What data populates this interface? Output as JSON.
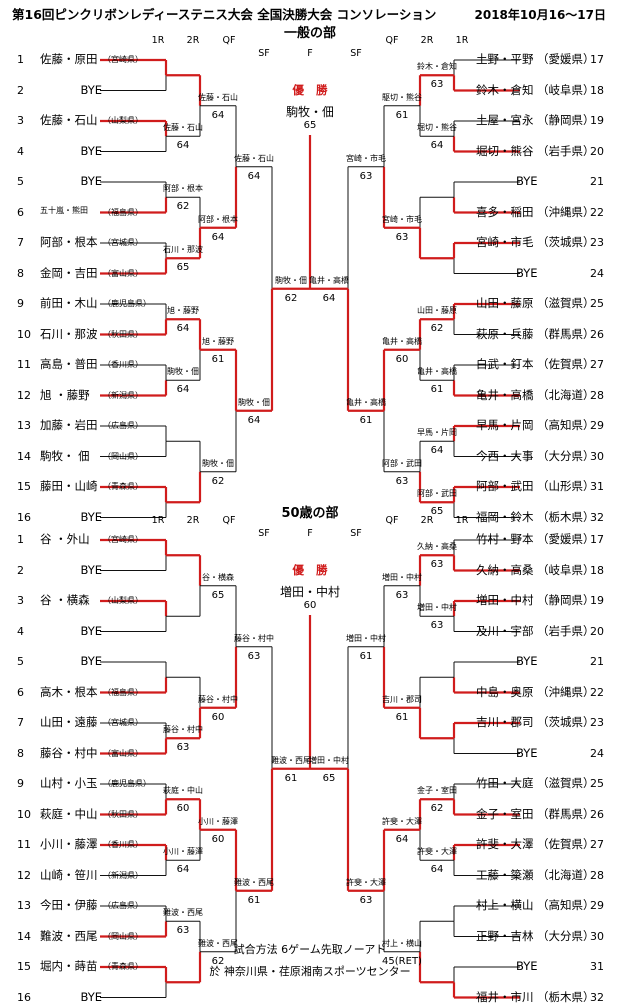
{
  "title": "第16回ピンクリボンレディーステニス大会 全国決勝大会 コンソレーション",
  "dates": "2018年10月16～17日",
  "colors": {
    "line": "#111111",
    "winner": "#d01c1c"
  },
  "sections": [
    {
      "name": "一般の部",
      "rounds": {
        "r1": "1R",
        "r2": "2R",
        "qf": "QF",
        "sf": "SF",
        "f": "F"
      },
      "winner_label": "優 勝",
      "champion": {
        "names": "駒牧・佃",
        "score": "65"
      },
      "left": [
        {
          "seed": "1",
          "names": "佐藤・原田",
          "pref": "（宮崎県）"
        },
        {
          "seed": "2",
          "names": "BYE",
          "pref": ""
        },
        {
          "seed": "3",
          "names": "佐藤・石山",
          "pref": "（山梨県）"
        },
        {
          "seed": "4",
          "names": "BYE",
          "pref": ""
        },
        {
          "seed": "5",
          "names": "BYE",
          "pref": ""
        },
        {
          "seed": "6",
          "names": "五十嵐・熊田",
          "pref": "（福島県）"
        },
        {
          "seed": "7",
          "names": "阿部・根本",
          "pref": "（宮城県）"
        },
        {
          "seed": "8",
          "names": "金岡・吉田",
          "pref": "（富山県）"
        },
        {
          "seed": "9",
          "names": "前田・木山",
          "pref": "（鹿児島県）"
        },
        {
          "seed": "10",
          "names": "石川・那波",
          "pref": "（秋田県）"
        },
        {
          "seed": "11",
          "names": "高島・普田",
          "pref": "（香川県）"
        },
        {
          "seed": "12",
          "names": "旭 ・藤野",
          "pref": "（新潟県）"
        },
        {
          "seed": "13",
          "names": "加藤・岩田",
          "pref": "（広島県）"
        },
        {
          "seed": "14",
          "names": "駒牧・ 佃",
          "pref": "（岡山県）"
        },
        {
          "seed": "15",
          "names": "藤田・山崎",
          "pref": "（青森県）"
        },
        {
          "seed": "16",
          "names": "BYE",
          "pref": ""
        }
      ],
      "right": [
        {
          "seed": "17",
          "names": "土野・平野",
          "pref": "（愛媛県）"
        },
        {
          "seed": "18",
          "names": "鈴木・倉知",
          "pref": "（岐阜県）"
        },
        {
          "seed": "19",
          "names": "土屋・宮永",
          "pref": "（静岡県）"
        },
        {
          "seed": "20",
          "names": "堀切・熊谷",
          "pref": "（岩手県）"
        },
        {
          "seed": "21",
          "names": "BYE",
          "pref": ""
        },
        {
          "seed": "22",
          "names": "喜多・稲田",
          "pref": "（沖縄県）"
        },
        {
          "seed": "23",
          "names": "宮崎・市毛",
          "pref": "（茨城県）"
        },
        {
          "seed": "24",
          "names": "BYE",
          "pref": ""
        },
        {
          "seed": "25",
          "names": "山田・藤原",
          "pref": "（滋賀県）"
        },
        {
          "seed": "26",
          "names": "萩原・兵藤",
          "pref": "（群馬県）"
        },
        {
          "seed": "27",
          "names": "白武・釘本",
          "pref": "（佐賀県）"
        },
        {
          "seed": "28",
          "names": "亀井・高橋",
          "pref": "（北海道）"
        },
        {
          "seed": "29",
          "names": "早馬・片岡",
          "pref": "（高知県）"
        },
        {
          "seed": "30",
          "names": "今西・大事",
          "pref": "（大分県）"
        },
        {
          "seed": "31",
          "names": "阿部・武田",
          "pref": "（山形県）"
        },
        {
          "seed": "32",
          "names": "福岡・鈴木",
          "pref": "（栃木県）"
        }
      ],
      "left_r2": [
        {
          "w": "",
          "s": ""
        },
        {
          "w": "佐藤・石山",
          "s": "64"
        },
        {
          "w": "阿部・根本",
          "s": "62"
        },
        {
          "w": "石川・那波",
          "s": "65"
        },
        {
          "w": "旭・藤野",
          "s": "64"
        },
        {
          "w": "駒牧・佃",
          "s": "64"
        },
        {
          "w": "",
          "s": ""
        },
        {
          "w": "",
          "s": ""
        }
      ],
      "left_qf": [
        {
          "w": "佐藤・石山",
          "s": "64"
        },
        {
          "w": "阿部・根本",
          "s": "64"
        },
        {
          "w": "旭・藤野",
          "s": "61"
        },
        {
          "w": "駒牧・佃",
          "s": "62"
        }
      ],
      "left_sf": [
        {
          "w": "佐藤・石山",
          "s": "64"
        },
        {
          "w": "駒牧・佃",
          "s": "64"
        }
      ],
      "left_f": {
        "w": "駒牧・佃",
        "s": "62"
      },
      "right_r2": [
        {
          "w": "鈴木・倉知",
          "s": "63"
        },
        {
          "w": "堀切・熊谷",
          "s": "64"
        },
        {
          "w": "",
          "s": ""
        },
        {
          "w": "",
          "s": ""
        },
        {
          "w": "山田・藤原",
          "s": "62"
        },
        {
          "w": "亀井・高橋",
          "s": "61"
        },
        {
          "w": "早馬・片岡",
          "s": "64"
        },
        {
          "w": "阿部・武田",
          "s": "65"
        }
      ],
      "right_qf": [
        {
          "w": "駆切・熊谷",
          "s": "61"
        },
        {
          "w": "宮崎・市毛",
          "s": "63"
        },
        {
          "w": "亀井・高橋",
          "s": "60"
        },
        {
          "w": "阿部・武田",
          "s": "63"
        }
      ],
      "right_sf": [
        {
          "w": "宮崎・市毛",
          "s": "63"
        },
        {
          "w": "亀井・高橋",
          "s": "61"
        }
      ],
      "right_f": {
        "w": "亀井・高橋",
        "s": "64"
      }
    },
    {
      "name": "50歳の部",
      "rounds": {
        "r1": "1R",
        "r2": "2R",
        "qf": "QF",
        "sf": "SF",
        "f": "F"
      },
      "winner_label": "優 勝",
      "champion": {
        "names": "増田・中村",
        "score": "60"
      },
      "left": [
        {
          "seed": "1",
          "names": "谷 ・外山",
          "pref": "（宮崎県）"
        },
        {
          "seed": "2",
          "names": "BYE",
          "pref": ""
        },
        {
          "seed": "3",
          "names": "谷 ・横森",
          "pref": "（山梨県）"
        },
        {
          "seed": "4",
          "names": "BYE",
          "pref": ""
        },
        {
          "seed": "5",
          "names": "BYE",
          "pref": ""
        },
        {
          "seed": "6",
          "names": "高木・根本",
          "pref": "（福島県）"
        },
        {
          "seed": "7",
          "names": "山田・遠藤",
          "pref": "（宮城県）"
        },
        {
          "seed": "8",
          "names": "藤谷・村中",
          "pref": "（富山県）"
        },
        {
          "seed": "9",
          "names": "山村・小玉",
          "pref": "（鹿児島県）"
        },
        {
          "seed": "10",
          "names": "萩庭・中山",
          "pref": "（秋田県）"
        },
        {
          "seed": "11",
          "names": "小川・藤澤",
          "pref": "（香川県）"
        },
        {
          "seed": "12",
          "names": "山崎・笹川",
          "pref": "（新潟県）"
        },
        {
          "seed": "13",
          "names": "今田・伊藤",
          "pref": "（広島県）"
        },
        {
          "seed": "14",
          "names": "難波・西尾",
          "pref": "（岡山県）"
        },
        {
          "seed": "15",
          "names": "堀内・蒔苗",
          "pref": "（青森県）"
        },
        {
          "seed": "16",
          "names": "BYE",
          "pref": ""
        }
      ],
      "right": [
        {
          "seed": "17",
          "names": "竹村・野本",
          "pref": "（愛媛県）"
        },
        {
          "seed": "18",
          "names": "久納・高桑",
          "pref": "（岐阜県）"
        },
        {
          "seed": "19",
          "names": "増田・中村",
          "pref": "（静岡県）"
        },
        {
          "seed": "20",
          "names": "及川・宇部",
          "pref": "（岩手県）"
        },
        {
          "seed": "21",
          "names": "BYE",
          "pref": ""
        },
        {
          "seed": "22",
          "names": "中島・奥原",
          "pref": "（沖縄県）"
        },
        {
          "seed": "23",
          "names": "吉川・郡司",
          "pref": "（茨城県）"
        },
        {
          "seed": "24",
          "names": "BYE",
          "pref": ""
        },
        {
          "seed": "25",
          "names": "竹田・大庭",
          "pref": "（滋賀県）"
        },
        {
          "seed": "26",
          "names": "金子・室田",
          "pref": "（群馬県）"
        },
        {
          "seed": "27",
          "names": "許斐・大澤",
          "pref": "（佐賀県）"
        },
        {
          "seed": "28",
          "names": "工藤・簗瀬",
          "pref": "（北海道）"
        },
        {
          "seed": "29",
          "names": "村上・横山",
          "pref": "（高知県）"
        },
        {
          "seed": "30",
          "names": "正野・吉林",
          "pref": "（大分県）"
        },
        {
          "seed": "31",
          "names": "BYE",
          "pref": ""
        },
        {
          "seed": "32",
          "names": "福井・市川",
          "pref": "（栃木県）"
        }
      ],
      "left_r2": [
        {
          "w": "",
          "s": ""
        },
        {
          "w": "",
          "s": ""
        },
        {
          "w": "",
          "s": ""
        },
        {
          "w": "藤谷・村中",
          "s": "63"
        },
        {
          "w": "萩庭・中山",
          "s": "60"
        },
        {
          "w": "小川・藤澤",
          "s": "64"
        },
        {
          "w": "難波・西尾",
          "s": "63"
        },
        {
          "w": "",
          "s": ""
        }
      ],
      "left_qf": [
        {
          "w": "谷・横森",
          "s": "65"
        },
        {
          "w": "藤谷・村中",
          "s": "60"
        },
        {
          "w": "小川・藤澤",
          "s": "60"
        },
        {
          "w": "難波・西尾",
          "s": "62"
        }
      ],
      "left_sf": [
        {
          "w": "藤谷・村中",
          "s": "63"
        },
        {
          "w": "難波・西尾",
          "s": "61"
        }
      ],
      "left_f": {
        "w": "難波・西尾",
        "s": "61"
      },
      "right_r2": [
        {
          "w": "久納・高桑",
          "s": "63"
        },
        {
          "w": "増田・中村",
          "s": "63"
        },
        {
          "w": "",
          "s": ""
        },
        {
          "w": "",
          "s": ""
        },
        {
          "w": "金子・室田",
          "s": "62"
        },
        {
          "w": "許斐・大澤",
          "s": "64"
        },
        {
          "w": "",
          "s": ""
        },
        {
          "w": "",
          "s": ""
        }
      ],
      "right_qf": [
        {
          "w": "増田・中村",
          "s": "63"
        },
        {
          "w": "吉川・郡司",
          "s": "61"
        },
        {
          "w": "許斐・大澤",
          "s": "64"
        },
        {
          "w": "村上・横山",
          "s": "45(RET)"
        }
      ],
      "right_sf": [
        {
          "w": "増田・中村",
          "s": "61"
        },
        {
          "w": "許斐・大澤",
          "s": "63"
        }
      ],
      "right_f": {
        "w": "増田・中村",
        "s": "65"
      }
    }
  ],
  "footer": {
    "method": "試合方法 6ゲーム先取ノーアド",
    "venue": "於 神奈川県・荏原湘南スポーツセンター"
  }
}
